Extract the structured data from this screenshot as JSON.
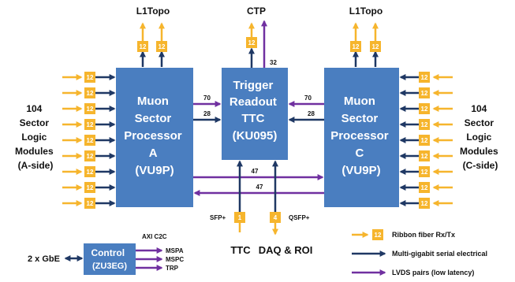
{
  "colors": {
    "block_fill": "#4a7ec0",
    "navy": "#1f3864",
    "purple": "#7030a0",
    "fiber": "#f6b52d",
    "badge_text": "#ffffff",
    "text": "#111111"
  },
  "top": {
    "l1topo_left": "L1Topo",
    "ctp": "CTP",
    "l1topo_right": "L1Topo"
  },
  "blocks": {
    "msp_a": {
      "lines": [
        "Muon",
        "Sector",
        "Processor",
        "A",
        "(VU9P)"
      ]
    },
    "trigger": {
      "lines": [
        "Trigger",
        "Readout",
        "TTC",
        "(KU095)"
      ]
    },
    "msp_c": {
      "lines": [
        "Muon",
        "Sector",
        "Processor",
        "C",
        "(VU9P)"
      ]
    },
    "control": {
      "lines": [
        "Control",
        "(ZU3EG)"
      ]
    }
  },
  "side": {
    "left": [
      "104",
      "Sector",
      "Logic",
      "Modules",
      "(A-side)"
    ],
    "right": [
      "104",
      "Sector",
      "Logic",
      "Modules",
      "(C-side)"
    ]
  },
  "fiber_counts": {
    "input": "12",
    "l1topo": "12",
    "ctp": "12",
    "ttc": "1",
    "daq": "4"
  },
  "link_labels": {
    "ctp_lvds": "32",
    "a_to_trig_lvds": "70",
    "a_to_trig_serial": "28",
    "c_to_trig_lvds": "70",
    "c_to_trig_serial": "28",
    "ac_upper": "47",
    "ac_lower": "47"
  },
  "bottom": {
    "sfp": "SFP+",
    "qsfp": "QSFP+",
    "ttc": "TTC",
    "daq": "DAQ & ROI",
    "gbe": "2 x GbE",
    "axi": "AXI C2C",
    "mspa": "MSPA",
    "mspc": "MSPC",
    "trp": "TRP"
  },
  "legend": {
    "fiber_count": "12",
    "fiber": "Ribbon fiber Rx/Tx",
    "serial": "Multi-gigabit serial electrical",
    "lvds": "LVDS pairs (low latency)"
  }
}
